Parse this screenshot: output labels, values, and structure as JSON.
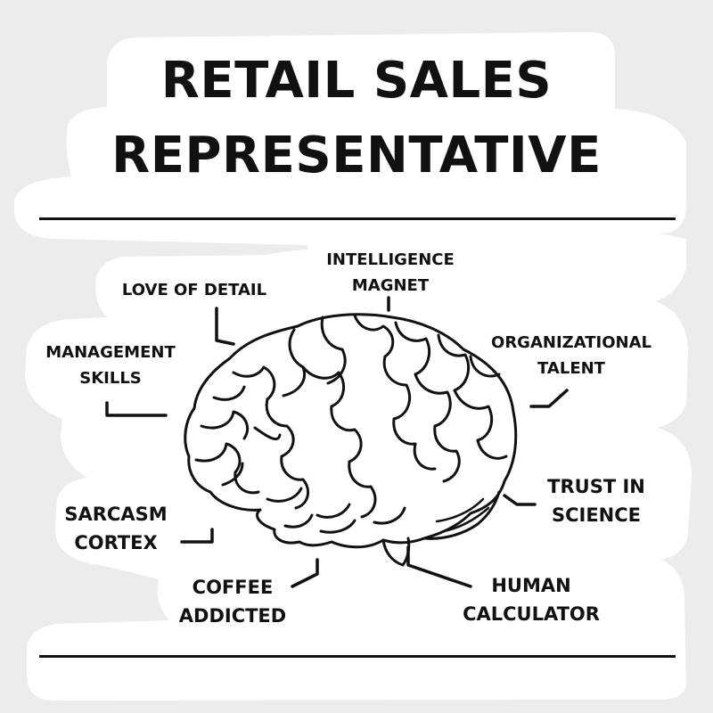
{
  "title": {
    "line1": "RETAIL SALES",
    "line2": "REPRESENTATIVE"
  },
  "labels": {
    "love_of_detail": "LOVE OF DETAIL",
    "intelligence_magnet": [
      "INTELLIGENCE",
      "MAGNET"
    ],
    "management_skills": [
      "MANAGEMENT",
      "SKILLS"
    ],
    "organizational_talent": [
      "ORGANIZATIONAL",
      "TALENT"
    ],
    "trust_in_science": [
      "TRUST IN",
      "SCIENCE"
    ],
    "sarcasm_cortex": [
      "SARCASM",
      "CORTEX"
    ],
    "coffee_addicted": [
      "COFFEE",
      "ADDICTED"
    ],
    "human_calculator": [
      "HUMAN",
      "CALCULATOR"
    ]
  },
  "colors": {
    "background": "#ececec",
    "sticker": "#ffffff",
    "ink": "#111111"
  },
  "icons": {
    "illustration": "brain-icon"
  }
}
